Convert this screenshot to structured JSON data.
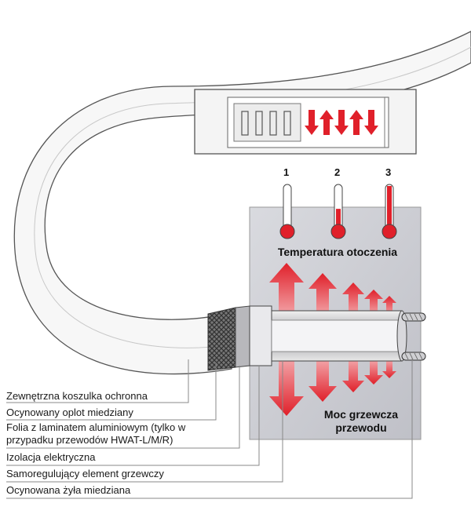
{
  "thermometers": [
    {
      "number": "1",
      "fill_level": 0.0
    },
    {
      "number": "2",
      "fill_level": 0.45
    },
    {
      "number": "3",
      "fill_level": 1.0
    }
  ],
  "panel": {
    "temperature_label": "Temperatura otoczenia",
    "power_label_line1": "Moc grzewcza",
    "power_label_line2": "przewodu"
  },
  "layers": [
    {
      "line1": "Zewnętrzna koszulka ochronna"
    },
    {
      "line1": "Ocynowany oplot miedziany"
    },
    {
      "line1": "Folia z laminatem aluminiowym (tylko w",
      "line2": "przypadku przewodów HWAT-L/M/R)"
    },
    {
      "line1": "Izolacja elektryczna"
    },
    {
      "line1": "Samoregulujący element grzewczy"
    },
    {
      "line1": "Ocynowana żyła miedziana"
    }
  ],
  "colors": {
    "heat_red": "#e0202a",
    "panel_gray": "#cfd0d6",
    "cable_white": "#f7f7f7"
  }
}
